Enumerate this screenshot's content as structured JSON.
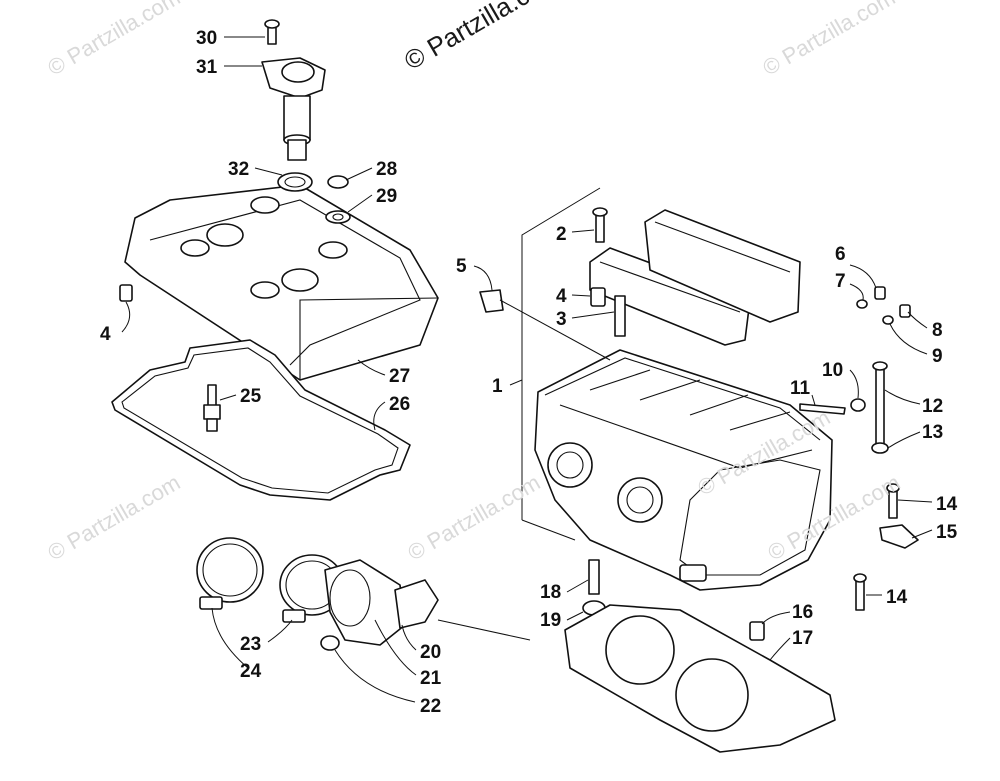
{
  "watermarks": {
    "top_center": "© Partzilla.com",
    "faded": "© Partzilla.com"
  },
  "callouts": {
    "c1": "1",
    "c2": "2",
    "c3": "3",
    "c4a": "4",
    "c4b": "4",
    "c5": "5",
    "c6": "6",
    "c7": "7",
    "c8": "8",
    "c9": "9",
    "c10": "10",
    "c11": "11",
    "c12": "12",
    "c13": "13",
    "c14a": "14",
    "c14b": "14",
    "c15": "15",
    "c16": "16",
    "c17": "17",
    "c18": "18",
    "c19": "19",
    "c20": "20",
    "c21": "21",
    "c22": "22",
    "c23": "23",
    "c24": "24",
    "c25": "25",
    "c26": "26",
    "c27": "27",
    "c28": "28",
    "c29": "29",
    "c30": "30",
    "c31": "31",
    "c32": "32"
  }
}
